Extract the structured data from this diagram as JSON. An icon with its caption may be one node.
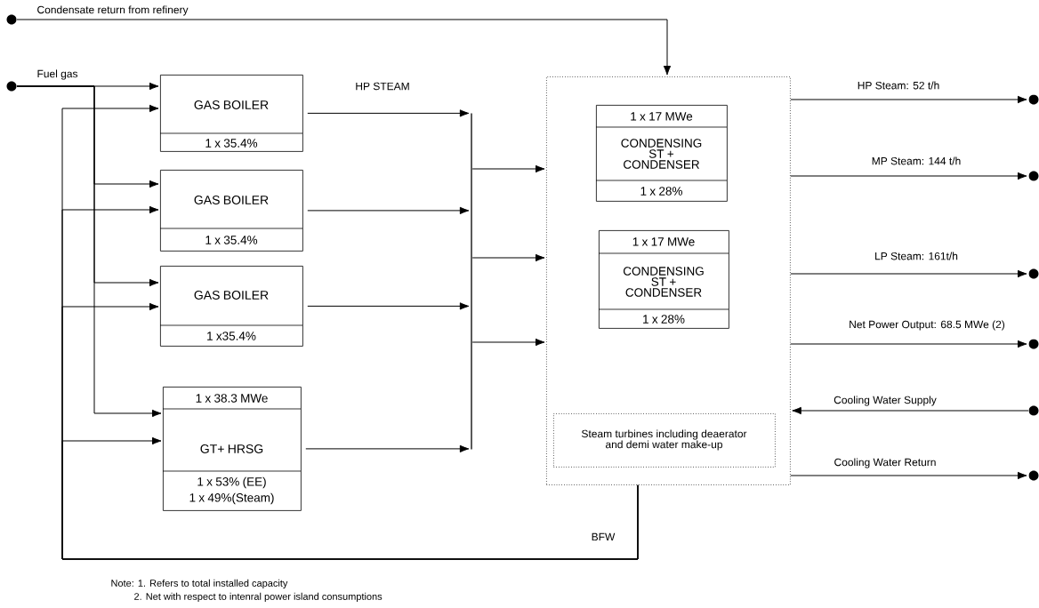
{
  "diagram": {
    "nodes": [
      {
        "text": [],
        "shape": "circle"
      },
      {
        "text": [],
        "shape": "circle",
        "beside": [
          "Fuel gas"
        ]
      },
      {
        "text": [
          "GAS BOILER",
          "1 x 35.4%"
        ]
      },
      {
        "text": [
          "GAS BOILER",
          "1 x 35.4%"
        ]
      },
      {
        "text": [
          "GAS BOILER",
          "1 x35.4%"
        ]
      },
      {
        "text": [
          "1 x 38.3 MWe",
          "GT+ HRSG",
          "1 x 53% (EE)",
          "1 x 49%(Steam)"
        ]
      },
      {
        "text": [],
        "shape": "bar"
      },
      {
        "text": [],
        "shape": "box"
      },
      {
        "text": [
          "1 x 17 MWe",
          "CONDENSING ST + CONDENSER",
          "1 x 28%"
        ],
        "in": 7
      },
      {
        "text": [
          "1 x 17 MWe",
          "CONDENSING ST + CONDENSER",
          "1 x 28%"
        ],
        "in": 7
      },
      {
        "text": [
          "Steam turbines including deaerator and demi water make-up"
        ],
        "in": 7
      },
      {
        "text": [],
        "shape": "circle"
      },
      {
        "text": [],
        "shape": "circle"
      },
      {
        "text": [],
        "shape": "circle"
      },
      {
        "text": [],
        "shape": "circle"
      },
      {
        "text": [],
        "shape": "circle"
      },
      {
        "text": [],
        "shape": "circle"
      }
    ],
    "edges": [
      {
        "from": 0,
        "to": 7,
        "arrow": "to",
        "label": "Condensate return from refinery"
      },
      {
        "from": 1,
        "to": 2,
        "arrow": "to"
      },
      {
        "from": 1,
        "to": 3,
        "arrow": "to"
      },
      {
        "from": 1,
        "to": 4,
        "arrow": "to"
      },
      {
        "from": 1,
        "to": 5,
        "arrow": "to"
      },
      {
        "from": 2,
        "to": 6,
        "arrow": "to",
        "label": "HP STEAM"
      },
      {
        "from": 3,
        "to": 6,
        "arrow": "to"
      },
      {
        "from": 4,
        "to": 6,
        "arrow": "to"
      },
      {
        "from": 5,
        "to": 6,
        "arrow": "to"
      },
      {
        "from": 6,
        "to": 7,
        "arrow": "to"
      },
      {
        "from": 6,
        "to": 7,
        "arrow": "to"
      },
      {
        "from": 6,
        "to": 7,
        "arrow": "to"
      },
      {
        "from": 7,
        "to": 11,
        "arrow": "to",
        "label": "HP Steam: 52 t/h"
      },
      {
        "from": 7,
        "to": 12,
        "arrow": "to",
        "label": "MP Steam: 144 t/h"
      },
      {
        "from": 7,
        "to": 13,
        "arrow": "to",
        "label": "LP Steam: 161t/h"
      },
      {
        "from": 7,
        "to": 14,
        "arrow": "to",
        "label": "Net Power Output: 68.5 MWe (2)"
      },
      {
        "from": 15,
        "to": 7,
        "arrow": "to",
        "label": "Cooling Water Supply"
      },
      {
        "from": 7,
        "to": 16,
        "arrow": "to",
        "label": "Cooling Water Return"
      },
      {
        "from": 7,
        "to": 2,
        "arrow": "to",
        "label": "BFW"
      },
      {
        "from": 7,
        "to": 3,
        "arrow": "to"
      },
      {
        "from": 7,
        "to": 4,
        "arrow": "to"
      },
      {
        "from": 7,
        "to": 5,
        "arrow": "to"
      }
    ],
    "labels": [
      "Note: 1. Refers to total installed capacity",
      "2. Net with respect to intenral power island consumptions"
    ]
  }
}
